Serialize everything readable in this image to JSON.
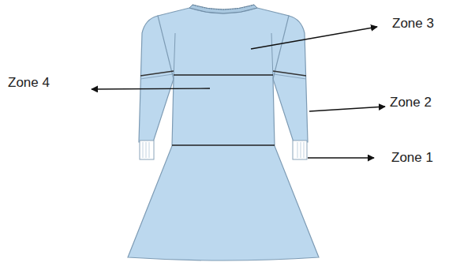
{
  "diagram": {
    "labels": [
      "Zone 3",
      "Zone 4",
      "Zone 2",
      "Zone 1"
    ]
  }
}
